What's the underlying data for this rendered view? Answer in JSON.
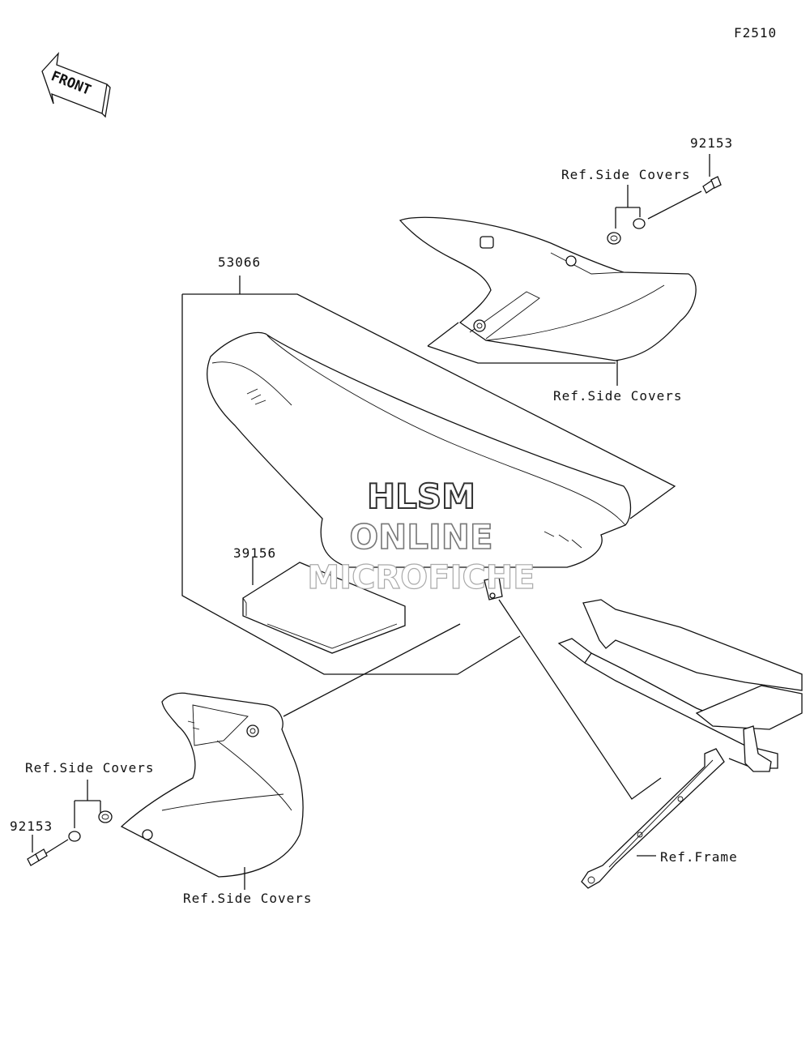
{
  "figure_code": "F2510",
  "front_label": "FRONT",
  "watermark": {
    "line1": "HLSM",
    "line2": "ONLINE",
    "line3": "MICROFICHE"
  },
  "callouts": {
    "seat": "53066",
    "pad": "39156",
    "bolt_top": "92153",
    "bolt_bottom": "92153",
    "ref_side_covers_top_upper": "Ref.Side Covers",
    "ref_side_covers_top_lower": "Ref.Side Covers",
    "ref_side_covers_bottom_upper": "Ref.Side Covers",
    "ref_side_covers_bottom_lower": "Ref.Side Covers",
    "ref_frame": "Ref.Frame"
  }
}
